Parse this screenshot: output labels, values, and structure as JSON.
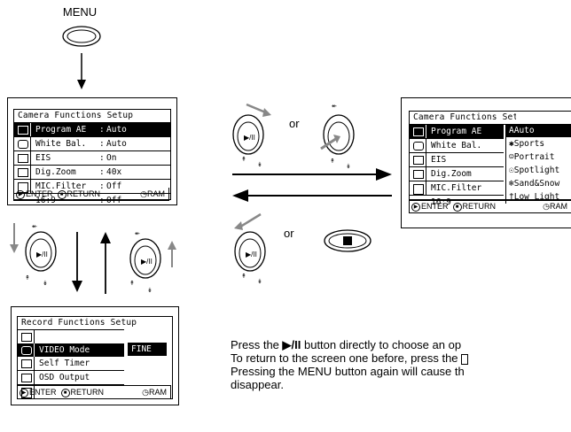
{
  "menu_label": "MENU",
  "or_label": "or",
  "camera_screen": {
    "title": "Camera Functions Setup",
    "rows": [
      {
        "label": "Program AE",
        "value": "Auto"
      },
      {
        "label": "White Bal.",
        "value": "Auto"
      },
      {
        "label": "EIS",
        "value": "On"
      },
      {
        "label": "Dig.Zoom",
        "value": "40x"
      },
      {
        "label": "MIC.Filter",
        "value": "Off"
      },
      {
        "label": "16:9",
        "value": "Off"
      }
    ],
    "footer_enter": "ENTER",
    "footer_return": "RETURN",
    "footer_ram": "RAM"
  },
  "camera_screen_options": {
    "title": "Camera Functions Setup",
    "rows": [
      "Program AE",
      "White Bal.",
      "EIS",
      "Dig.Zoom",
      "MIC.Filter",
      "16:9"
    ],
    "options": [
      "Auto",
      "Sports",
      "Portrait",
      "Spotlight",
      "Sand&Snow",
      "Low Light"
    ],
    "footer_enter": "ENTER",
    "footer_return": "RETURN",
    "footer_ram": "RAM"
  },
  "record_screen": {
    "title": "Record Functions Setup",
    "rows": [
      "VIDEO Mode",
      "Self Timer",
      "OSD Output"
    ],
    "option": "FINE",
    "footer_enter": "ENTER",
    "footer_return": "RETURN",
    "footer_ram": "RAM"
  },
  "instructions": {
    "line1_pre": "Press the ",
    "line1_btn": "▶/II",
    "line1_post": " button directly to choose an op",
    "line2": "To return to the screen one before, press the",
    "line3": "Pressing the MENU button again will cause th",
    "line4": "disappear."
  }
}
